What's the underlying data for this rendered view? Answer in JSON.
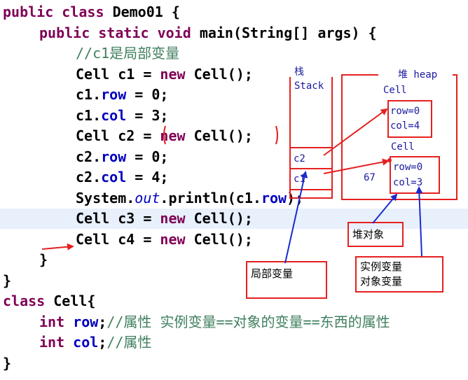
{
  "code": {
    "l1": {
      "kw1": "public",
      "kw2": "class",
      "rest": "Demo01 {"
    },
    "l2": {
      "kw1": "public",
      "kw2": "static",
      "kw3": "void",
      "rest": "main(String[] args) {"
    },
    "l3": {
      "comment": "//c1是局部变量"
    },
    "l4": {
      "a": "Cell c1 = ",
      "kw": "new",
      "b": " Cell();"
    },
    "l5": {
      "a": "c1.",
      "f": "row",
      "b": " = 0;"
    },
    "l6": {
      "a": "c1.",
      "f": "col",
      "b": " = 3;"
    },
    "l7": {
      "a": "Cell c2 = ",
      "kw": "new",
      "b": " Cell();"
    },
    "l8": {
      "a": "c2.",
      "f": "row",
      "b": " = 0;"
    },
    "l9": {
      "a": "c2.",
      "f": "col",
      "b": " = 4;"
    },
    "l10": {
      "a": "System.",
      "st": "out",
      "b": ".println(c1.",
      "f": "row",
      "c": ");"
    },
    "l11": {
      "a": "Cell c3 = ",
      "kw": "new",
      "b": " Cell();"
    },
    "l12": {
      "a": "Cell c4 = ",
      "kw": "new",
      "b": " Cell();"
    },
    "l13": "}",
    "l14": "}",
    "l15": {
      "kw": "class",
      "rest": " Cell{"
    },
    "l16": {
      "kw": "int",
      "f": " row",
      "b": ";",
      "comment": "//属性 实例变量==对象的变量==东西的属性"
    },
    "l17": {
      "kw": "int",
      "f": " col",
      "b": ";",
      "comment": "//属性"
    },
    "l18": "}"
  },
  "diagram": {
    "stack_label_cn": "栈",
    "stack_label_en": "Stack",
    "stack_slot_c2": "c2",
    "stack_slot_c1": "c1",
    "heap_label": "堆 heap",
    "obj1_title": "Cell",
    "obj1_row": "row=0",
    "obj1_col": "col=4",
    "obj2_title": "Cell",
    "obj2_row": "row=0",
    "obj2_col": "col=3",
    "addr": "67",
    "note_local": "局部变量",
    "note_heap_obj": "堆对象",
    "note_instance_1": "实例变量",
    "note_instance_2": "对象变量"
  },
  "colors": {
    "annotation_red": "#e52020",
    "annotation_blue": "#1a2bd0",
    "keyword": "#7f0055",
    "field": "#0000c0",
    "comment": "#3f7f5f"
  }
}
